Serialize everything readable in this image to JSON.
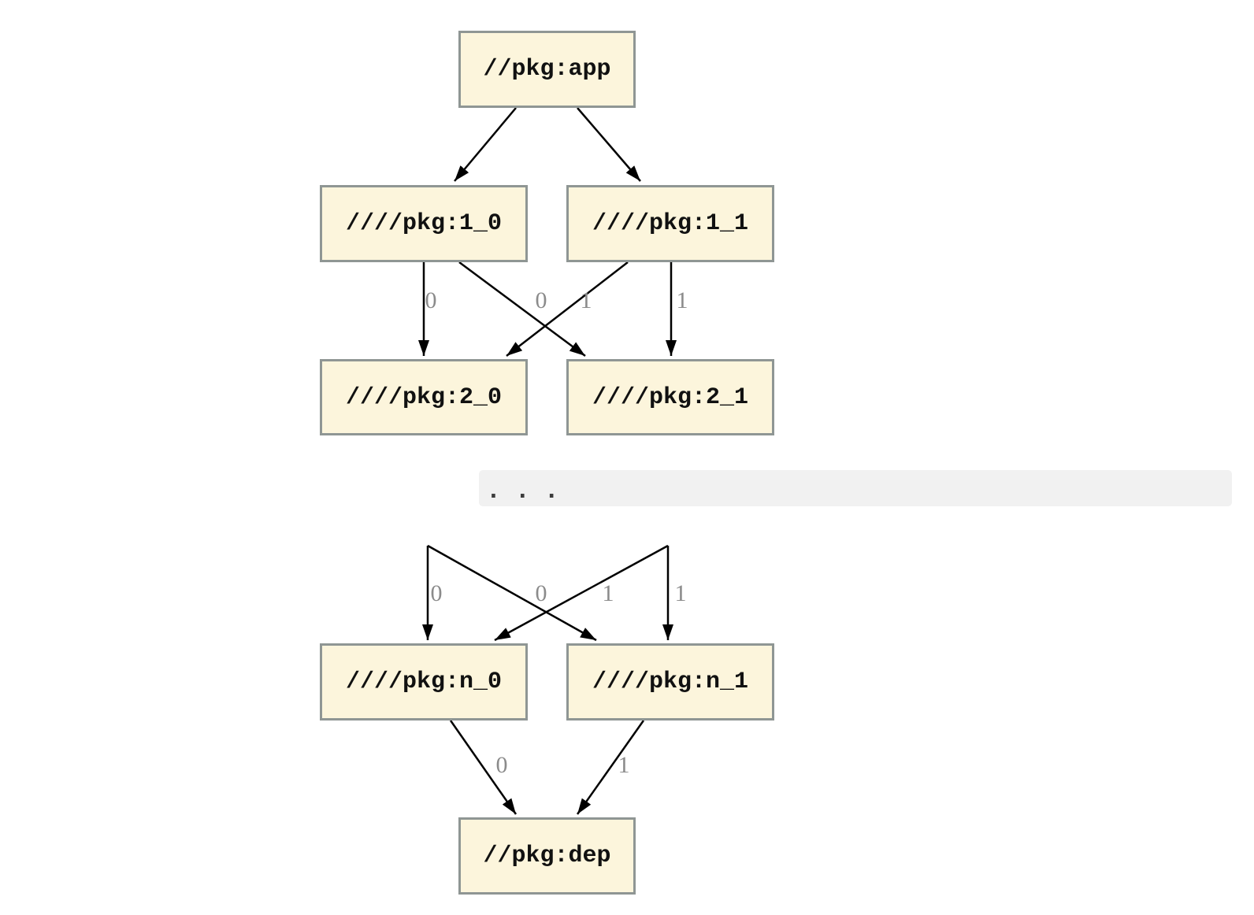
{
  "diagram": {
    "nodes": {
      "app": {
        "label": "//pkg:app"
      },
      "v1_0": {
        "label": "////pkg:1_0"
      },
      "v1_1": {
        "label": "////pkg:1_1"
      },
      "v2_0": {
        "label": "////pkg:2_0"
      },
      "v2_1": {
        "label": "////pkg:2_1"
      },
      "vn_0": {
        "label": "////pkg:n_0"
      },
      "vn_1": {
        "label": "////pkg:n_1"
      },
      "dep": {
        "label": "//pkg:dep"
      }
    },
    "ellipsis": "...",
    "edge_labels": {
      "v1_0_to_v2_0": "0",
      "v1_1_to_v2_0": "0",
      "v1_0_to_v2_1": "1",
      "v1_1_to_v2_1": "1",
      "prev_0_to_vn_0": "0",
      "prev_1_to_vn_0": "0",
      "prev_0_to_vn_1": "1",
      "prev_1_to_vn_1": "1",
      "vn_0_to_dep": "0",
      "vn_1_to_dep": "1"
    },
    "colors": {
      "node_fill": "#FCF5DC",
      "node_border": "#8F9694",
      "edge": "#000000",
      "edge_label_text": "#8B8B8B",
      "ellipsis_band_bg": "#F1F1F1",
      "background": "#FFFFFF"
    }
  }
}
